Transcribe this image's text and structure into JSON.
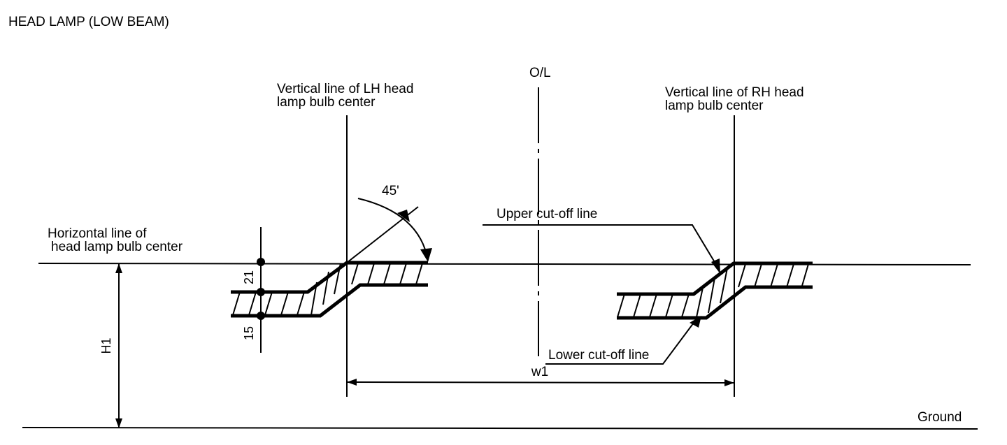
{
  "title": "HEAD LAMP (LOW BEAM)",
  "labels": {
    "ol": "O/L",
    "lh_line": [
      "Vertical line of LH head",
      "lamp bulb center"
    ],
    "rh_line": [
      "Vertical line of RH head",
      "lamp bulb center"
    ],
    "horizontal_line": [
      "Horizontal line of",
      "head lamp bulb center"
    ],
    "angle": "45'",
    "upper_cutoff": "Upper cut-off line",
    "lower_cutoff": "Lower cut-off line",
    "width": "w1",
    "height": "H1",
    "ground": "Ground",
    "dim_upper": "21",
    "dim_lower": "15"
  }
}
